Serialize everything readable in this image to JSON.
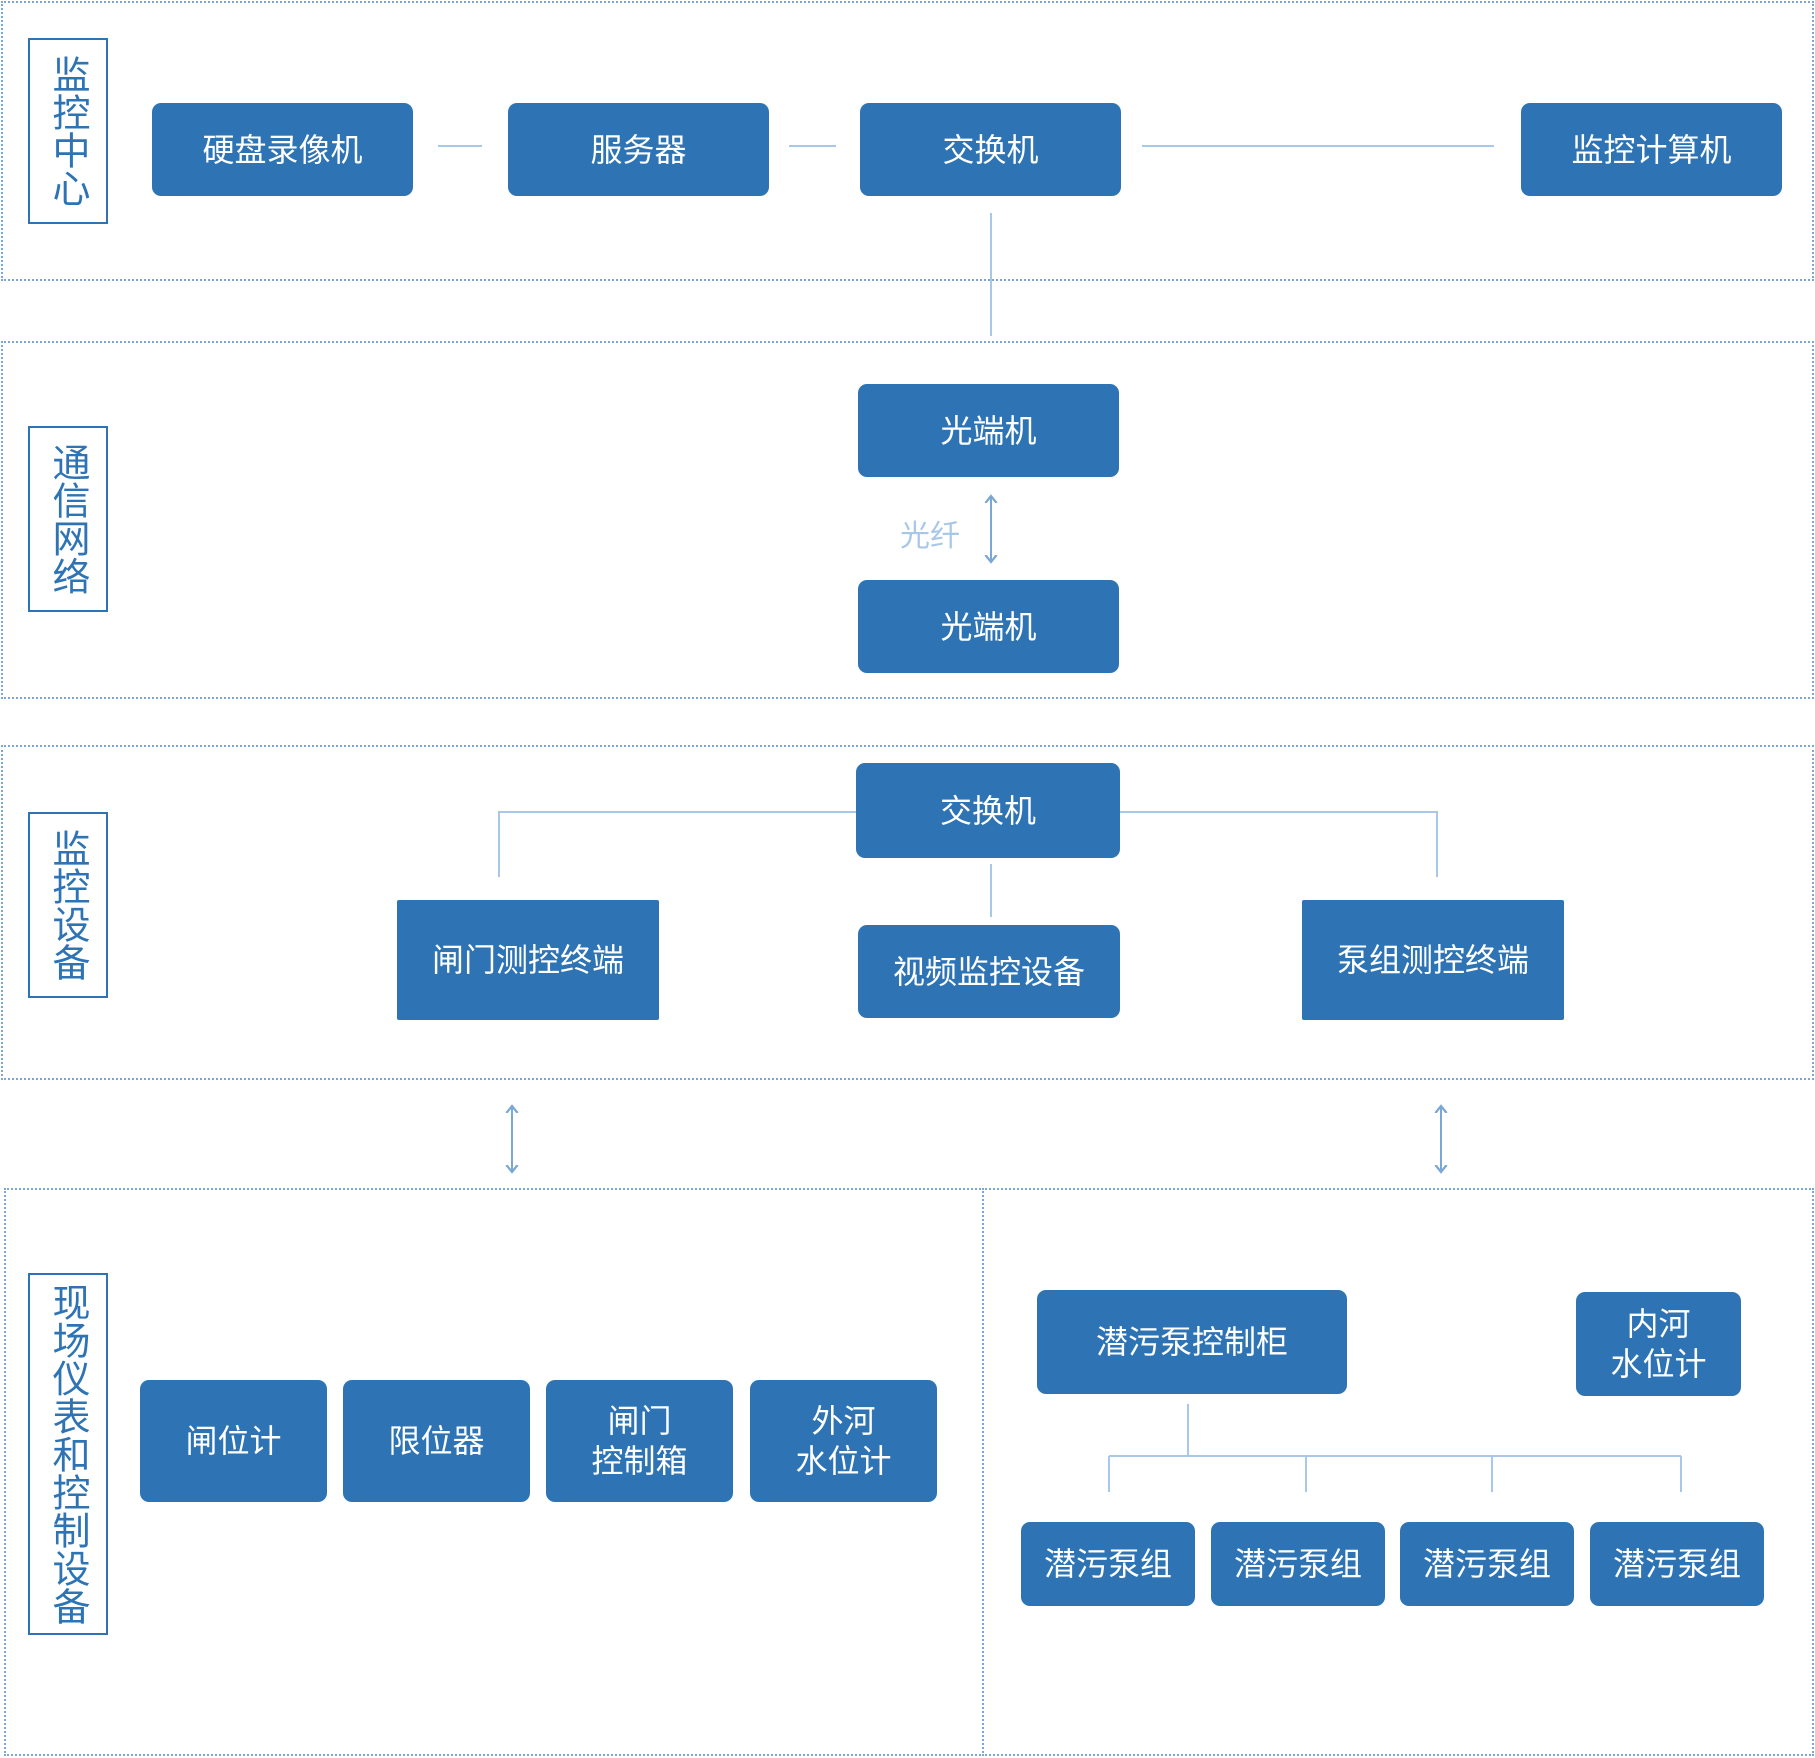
{
  "colors": {
    "node_fill": "#2e74b5",
    "node_text": "#ffffff",
    "line": "#a9c7e6",
    "frame": "#7aa7d6"
  },
  "sections": {
    "monitoring_center": "监控中心",
    "comm_network": "通信网络",
    "monitoring_equipment": "监控设备",
    "field_equipment": "现场仪表和控制设备"
  },
  "nodes": {
    "nvr": "硬盘录像机",
    "server": "服务器",
    "switch_center": "交换机",
    "monitor_pc": "监控计算机",
    "optical_terminal_top": "光端机",
    "fiber": "光纤",
    "optical_terminal_bottom": "光端机",
    "switch_equipment": "交换机",
    "gate_terminal": "闸门测控终端",
    "video_monitor": "视频监控设备",
    "pump_terminal": "泵组测控终端",
    "gate_position_meter": "闸位计",
    "limit_switch": "限位器",
    "gate_control_box": "闸门\n控制箱",
    "outer_river_level": "外河\n水位计",
    "pump_cabinet": "潜污泵控制柜",
    "inner_river_level": "内河\n水位计",
    "pump_units": [
      "潜污泵组",
      "潜污泵组",
      "潜污泵组",
      "潜污泵组"
    ]
  }
}
